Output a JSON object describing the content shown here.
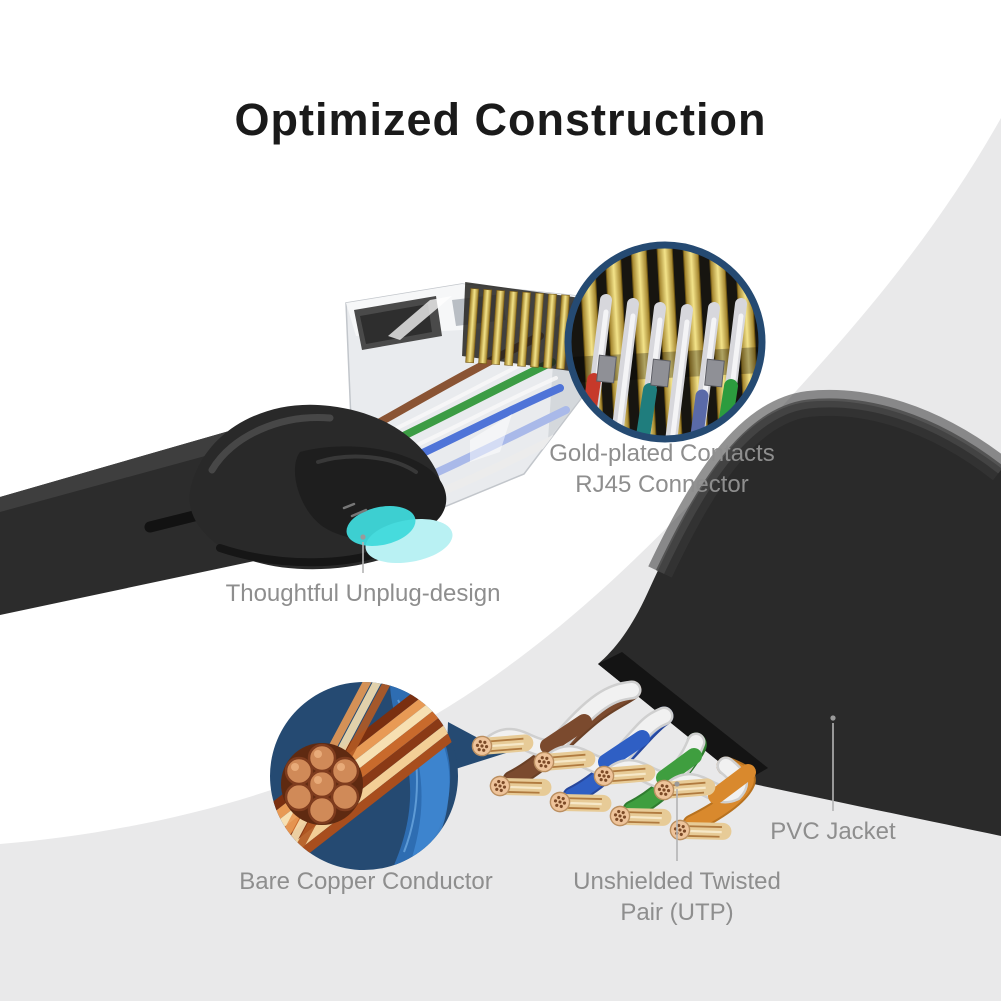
{
  "title": "Optimized Construction",
  "callouts": {
    "gold_contacts": {
      "line1": "Gold-plated Contacts",
      "line2": "RJ45 Connector"
    },
    "unplug": {
      "label": "Thoughtful Unplug-design"
    },
    "bare_copper": {
      "label": "Bare Copper Conductor"
    },
    "utp": {
      "line1": "Unshielded Twisted",
      "line2": "Pair (UTP)"
    },
    "pvc_jacket": {
      "label": "PVC Jacket"
    }
  },
  "colors": {
    "background": "#ffffff",
    "background_swath": "#e9e9ea",
    "title_text": "#1a1a1a",
    "label_text": "#8e8e8e",
    "leader_line": "#b4b4b4",
    "inset_navy": "#254a72",
    "unplug_teal": "#3fd9db",
    "unplug_teal_pale": "#b9f1f3",
    "cable_black": "#2a2a2a",
    "wire_brown": "#7b4a2e",
    "wire_blue": "#2f5fc4",
    "wire_green": "#3f9e3f",
    "wire_orange": "#d9892d",
    "wire_white": "#f1f1f1",
    "copper": "#d08a58",
    "gold_contact": "#f3e38a"
  }
}
